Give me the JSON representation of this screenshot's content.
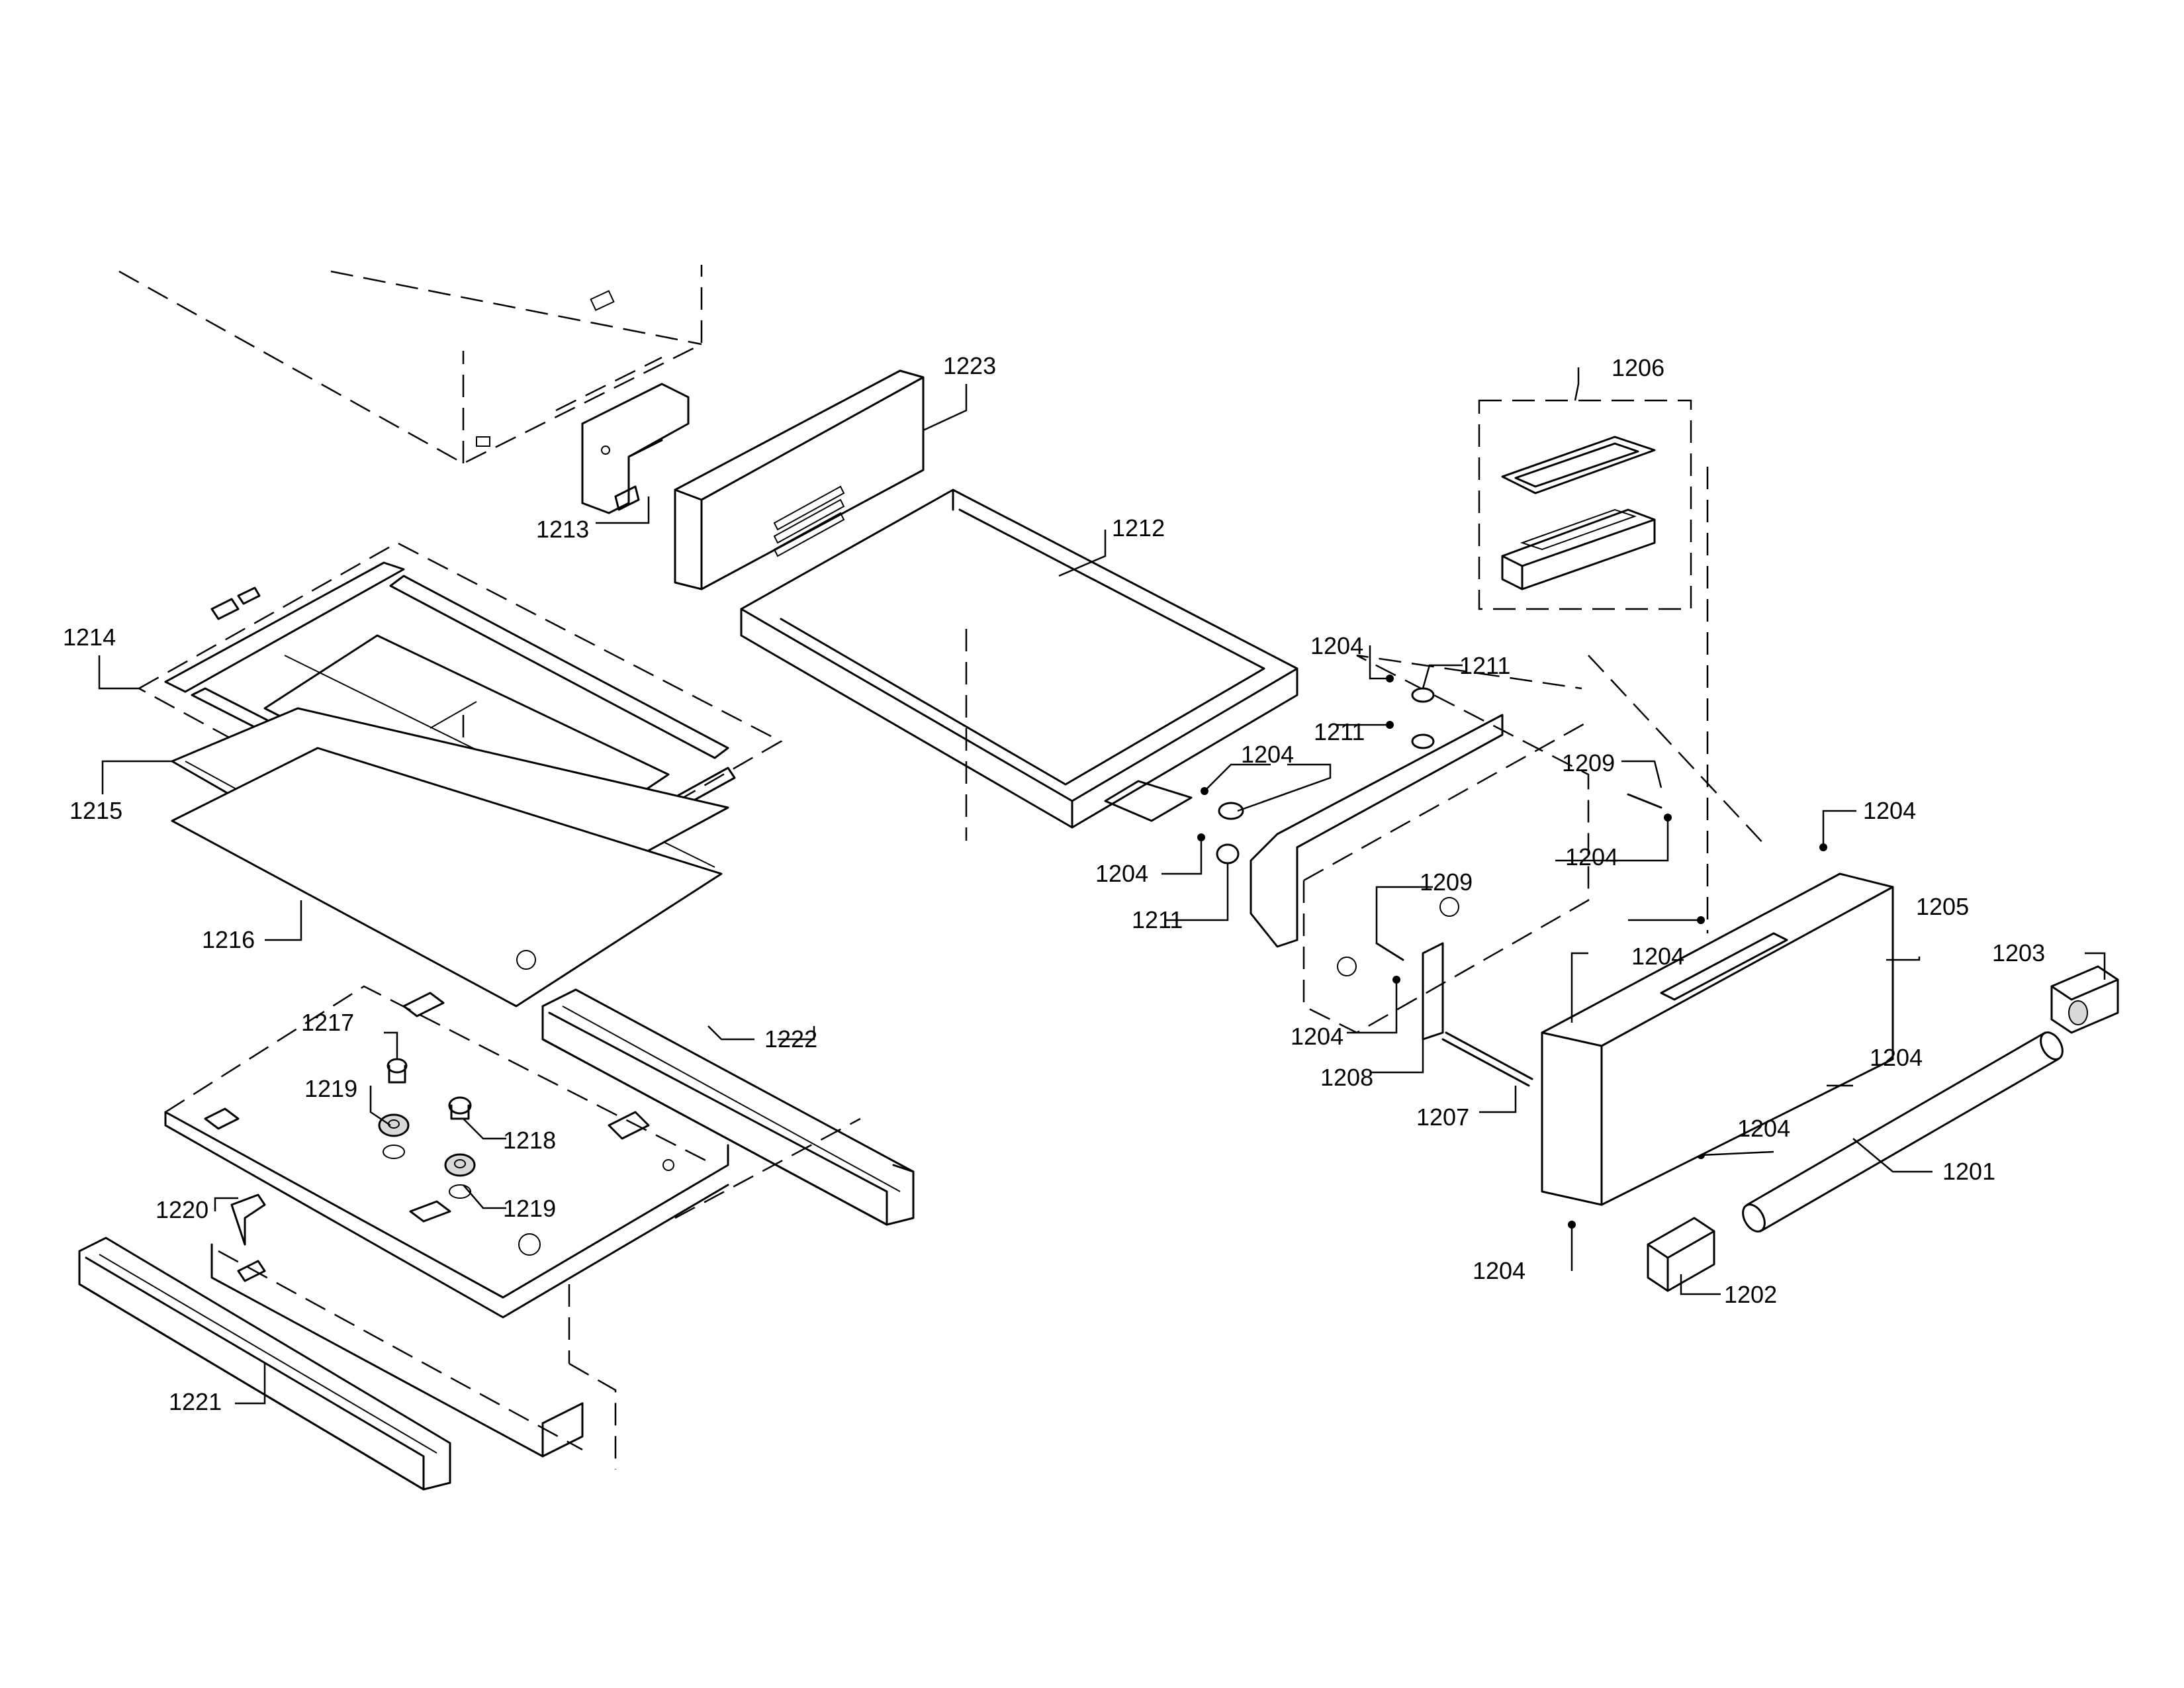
{
  "callouts": {
    "c1201": "1201",
    "c1202": "1202",
    "c1203": "1203",
    "c1204": "1204",
    "c1205": "1205",
    "c1206": "1206",
    "c1207": "1207",
    "c1208": "1208",
    "c1209": "1209",
    "c1211": "1211",
    "c1212": "1212",
    "c1213": "1213",
    "c1214": "1214",
    "c1215": "1215",
    "c1216": "1216",
    "c1217": "1217",
    "c1218": "1218",
    "c1219": "1219",
    "c1220": "1220",
    "c1221": "1221",
    "c1222": "1222",
    "c1223": "1223"
  }
}
